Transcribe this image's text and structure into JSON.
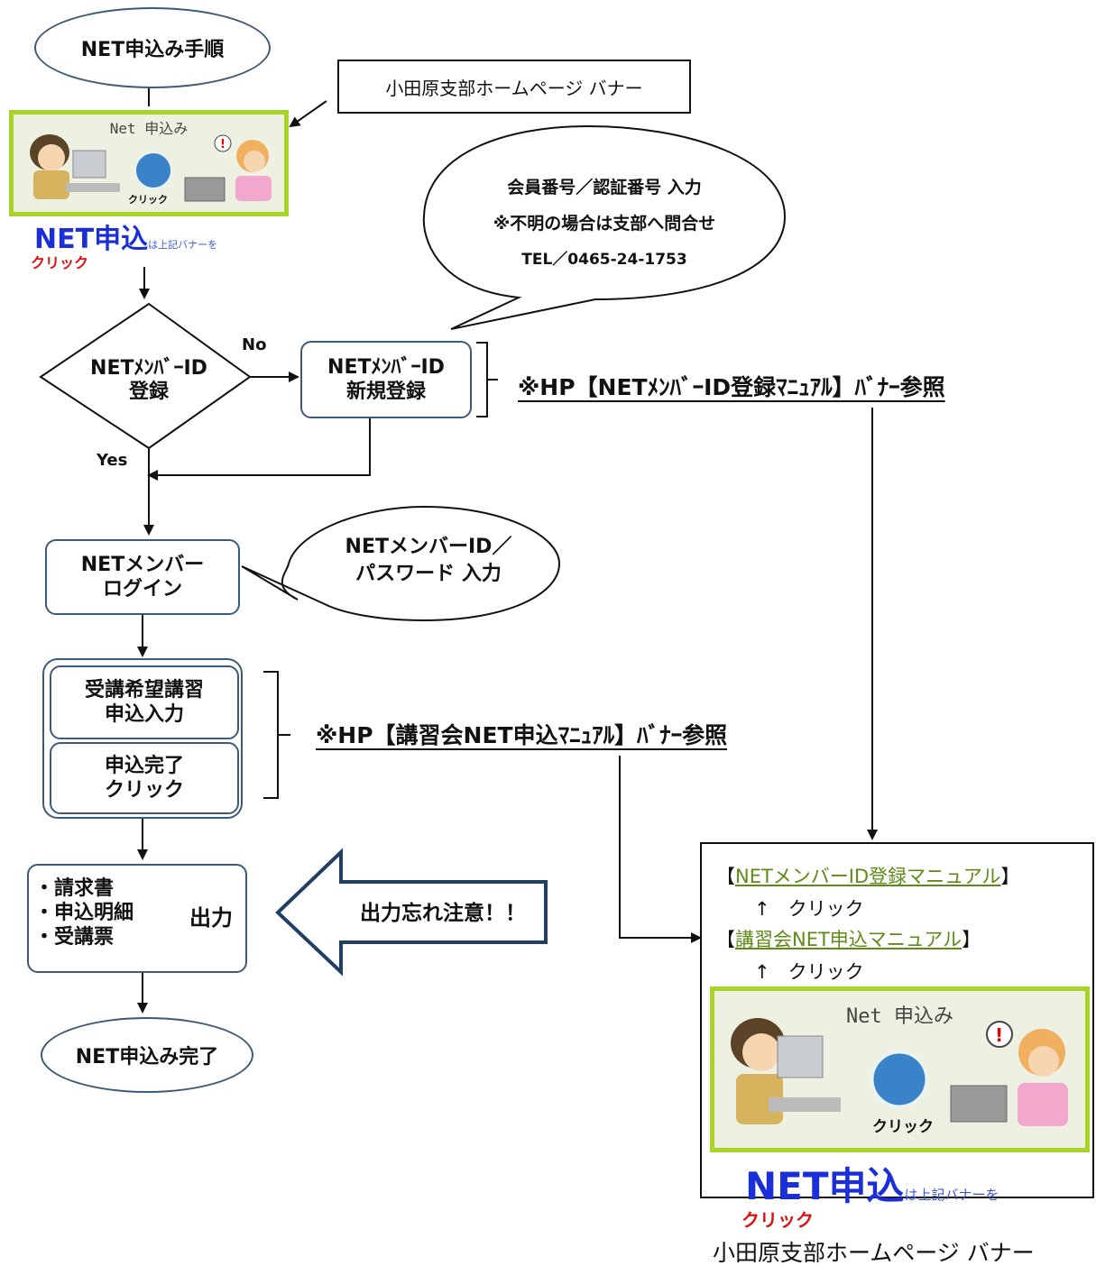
{
  "start": "NET申込み手順",
  "end": "NET申込み完了",
  "callout_banner_label": "小田原支部ホームページ バナー",
  "bottom_caption": "小田原支部ホームページ バナー",
  "banner": {
    "title": "Net 申込み",
    "click": "クリック",
    "net": "NET申込",
    "suffix": "は上記バナーを",
    "click_red": "クリック"
  },
  "bubble_top": {
    "line1": "会員番号／認証番号 入力",
    "line2": "※不明の場合は支部へ問合せ",
    "line3": "TEL／0465-24-1753"
  },
  "decision": {
    "line1": "NETﾒﾝﾊﾞｰID",
    "line2": "登録",
    "no": "No",
    "yes": "Yes"
  },
  "new_reg": {
    "line1": "NETﾒﾝﾊﾞｰID",
    "line2": "新規登録"
  },
  "note1": "※HP【NETﾒﾝﾊﾞｰID登録ﾏﾆｭｱﾙ】ﾊﾞﾅｰ参照",
  "login": {
    "line1": "NETメンバー",
    "line2": "ログイン"
  },
  "bubble_login": {
    "line1": "NETメンバーID／",
    "line2": "パスワード 入力"
  },
  "apply_input": {
    "line1": "受講希望講習",
    "line2": "申込入力"
  },
  "apply_done": {
    "line1": "申込完了",
    "line2": "クリック"
  },
  "note2": "※HP【講習会NET申込ﾏﾆｭｱﾙ】ﾊﾞﾅｰ参照",
  "output": {
    "items": [
      "・請求書",
      "・申込明細",
      "・受講票"
    ],
    "label": "出力"
  },
  "warning": "出力忘れ注意！！",
  "panel": {
    "link1": "NETメンバーID登録マニュアル",
    "link2": "講習会NET申込マニュアル",
    "arrow": "↑",
    "click_text": "クリック",
    "bracket_open": "【",
    "bracket_close": "】"
  }
}
